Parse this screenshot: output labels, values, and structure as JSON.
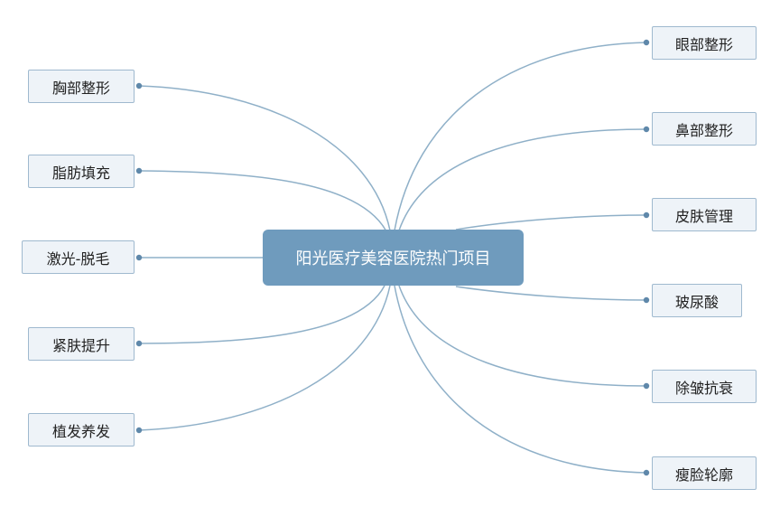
{
  "mindmap": {
    "center": "阳光医疗美容医院热门项目",
    "left_branches": [
      "胸部整形",
      "脂肪填充",
      "激光-脱毛",
      "紧肤提升",
      "植发养发"
    ],
    "right_branches": [
      "眼部整形",
      "鼻部整形",
      "皮肤管理",
      "玻尿酸",
      "除皱抗衰",
      "瘦脸轮廓"
    ]
  },
  "colors": {
    "link": "#8fb0c8",
    "center_fill": "#6f9bbd",
    "node_fill": "#eef3f8",
    "node_border": "#9fb9cf"
  }
}
